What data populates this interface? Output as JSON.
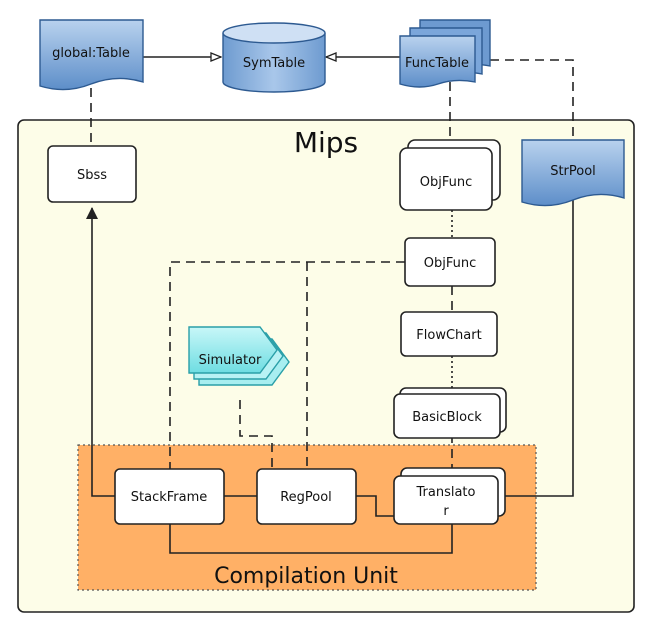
{
  "diagram": {
    "container_title": "Mips",
    "region_title": "Compilation Unit",
    "nodes": {
      "global_table": "global:Table",
      "sym_table": "SymTable",
      "func_table": "FuncTable",
      "sbss": "Sbss",
      "obj_func_stack": "ObjFunc",
      "str_pool": "StrPool",
      "obj_func": "ObjFunc",
      "flow_chart": "FlowChart",
      "simulator": "Simulator",
      "basic_block": "BasicBlock",
      "stack_frame": "StackFrame",
      "reg_pool": "RegPool",
      "translator_line1": "Translato",
      "translator_line2": "r"
    }
  },
  "colors": {
    "container_fill": "#fdfde8",
    "region_fill": "#ffb066",
    "doc_fill": "#7aa6d6",
    "simulator_fill": "#8fe6ea"
  }
}
